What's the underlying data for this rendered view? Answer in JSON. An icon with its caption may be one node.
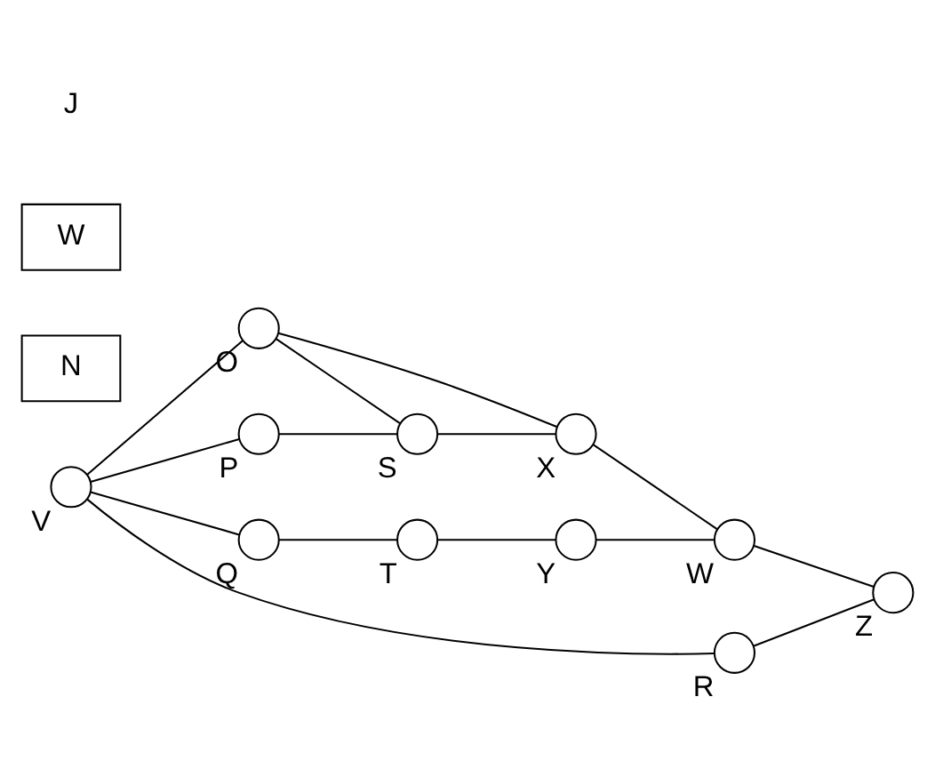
{
  "diagram": {
    "nodes": [
      {
        "text": [],
        "shape": "circle",
        "beside": [
          "O"
        ]
      },
      {
        "text": [],
        "shape": "circle",
        "beside": [
          "X"
        ]
      },
      {
        "text": [],
        "shape": "circle",
        "beside": [
          "S"
        ]
      },
      {
        "text": [],
        "shape": "circle",
        "beside": [
          "V"
        ]
      },
      {
        "text": [],
        "shape": "circle",
        "beside": [
          "P"
        ]
      },
      {
        "text": [],
        "shape": "circle",
        "beside": [
          "Y"
        ]
      },
      {
        "text": [],
        "shape": "circle",
        "beside": [
          "W"
        ]
      },
      {
        "text": [],
        "shape": "circle",
        "beside": [
          "T"
        ]
      },
      {
        "text": [],
        "shape": "circle",
        "beside": [
          "Q"
        ]
      },
      {
        "text": [],
        "shape": "circle",
        "beside": [
          "R"
        ]
      },
      {
        "text": [],
        "shape": "circle",
        "beside": [
          "Z"
        ]
      },
      {
        "text": [
          "N"
        ]
      },
      {
        "text": [
          "W"
        ]
      }
    ],
    "edges": [
      {
        "from": 3,
        "to": 0,
        "arrow": "none"
      },
      {
        "from": 0,
        "to": 1,
        "arrow": "none"
      },
      {
        "from": 0,
        "to": 2,
        "arrow": "none"
      },
      {
        "from": 2,
        "to": 1,
        "arrow": "none"
      },
      {
        "from": 1,
        "to": 6,
        "arrow": "none"
      },
      {
        "from": 3,
        "to": 4,
        "arrow": "none"
      },
      {
        "from": 4,
        "to": 2,
        "arrow": "none"
      },
      {
        "from": 3,
        "to": 8,
        "arrow": "none"
      },
      {
        "from": 3,
        "to": 9,
        "arrow": "none"
      },
      {
        "from": 8,
        "to": 7,
        "arrow": "none"
      },
      {
        "from": 7,
        "to": 5,
        "arrow": "none"
      },
      {
        "from": 5,
        "to": 6,
        "arrow": "none"
      },
      {
        "from": 6,
        "to": 10,
        "arrow": "none"
      },
      {
        "from": 9,
        "to": 10,
        "arrow": "none"
      }
    ],
    "labels": [
      "J"
    ]
  }
}
